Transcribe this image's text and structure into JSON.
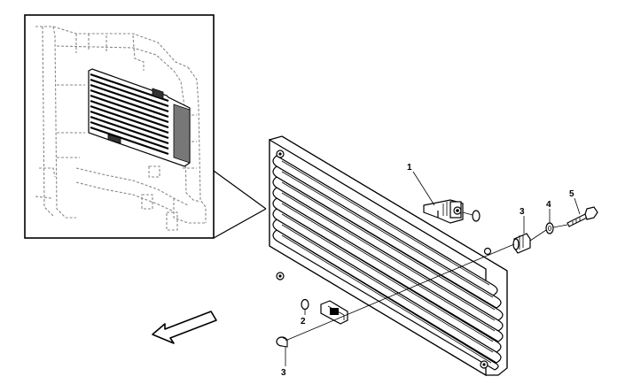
{
  "callouts": {
    "c1": "1",
    "c2": "2",
    "c3a": "3",
    "c3b": "3",
    "c4": "4",
    "c5": "5"
  },
  "icons": {
    "direction": "front-direction-arrow-icon"
  }
}
